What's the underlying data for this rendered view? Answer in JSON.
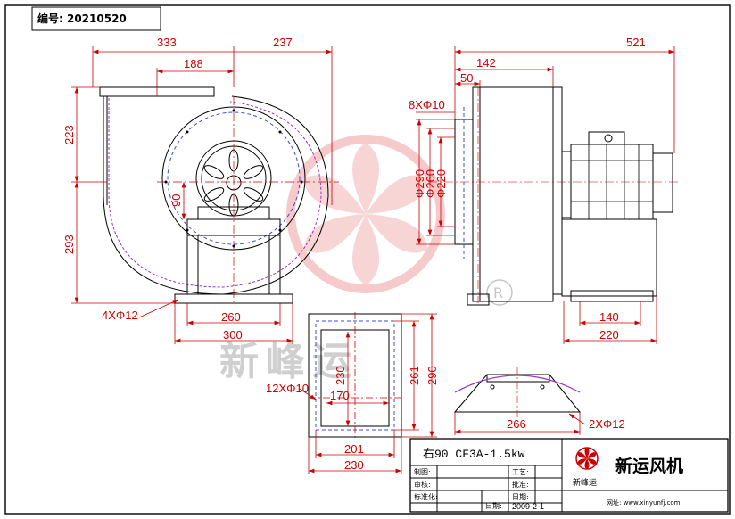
{
  "header": {
    "drawing_number": "编号: 20210520"
  },
  "watermark": {
    "brand": "新峰运",
    "registered": "R"
  },
  "front_view": {
    "dims": [
      "333",
      "237",
      "188",
      "223",
      "293",
      "90",
      "260",
      "300",
      "4XΦ12"
    ]
  },
  "side_view": {
    "dims": [
      "521",
      "142",
      "50",
      "8XΦ10",
      "Φ290",
      "Φ260",
      "Φ220",
      "140",
      "220"
    ]
  },
  "flange_view": {
    "dims": [
      "170",
      "230",
      "261",
      "290",
      "201",
      "230",
      "12XΦ10"
    ]
  },
  "base_view": {
    "dims": [
      "266",
      "2XΦ12"
    ]
  },
  "title_block": {
    "model": "右90 CF3A-1.5kw",
    "labels": [
      "制图:",
      "工艺:",
      "审核:",
      "批准:",
      "标准化:",
      "日期:",
      "日期:"
    ],
    "date": "2009-2-1",
    "logo_caption": "新峰运",
    "company": "新运风机",
    "website": "网址: www.xinyunfj.com"
  },
  "colors": {
    "dimension": "#cc0000",
    "hidden_line": "#3a4fd0",
    "casing_line": "#9b30c8"
  }
}
